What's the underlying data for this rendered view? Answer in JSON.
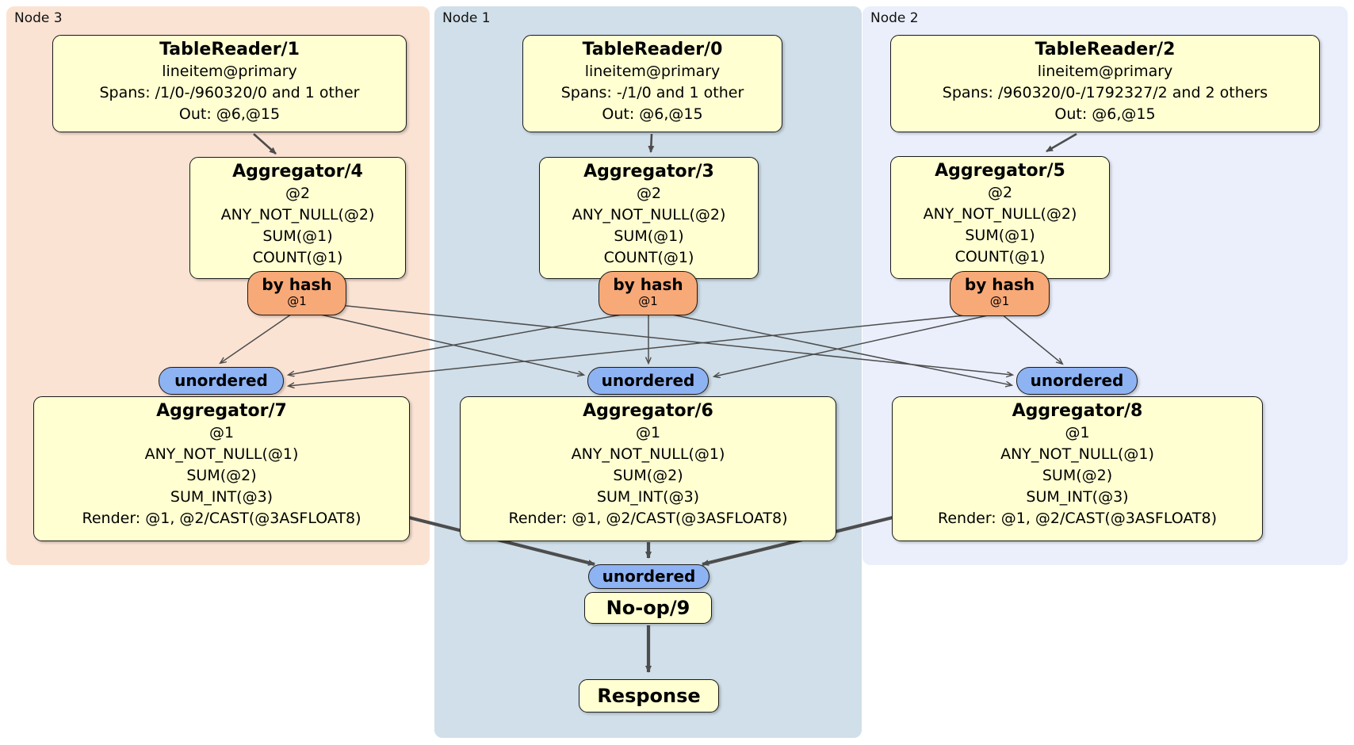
{
  "diagram": {
    "panels": [
      {
        "label": "Node 3"
      },
      {
        "label": "Node 1"
      },
      {
        "label": "Node 2"
      }
    ],
    "boxes": {
      "tr1": {
        "title": "TableReader/1",
        "lines": [
          "lineitem@primary",
          "Spans: /1/0-/960320/0 and 1 other",
          "Out: @6,@15"
        ]
      },
      "tr0": {
        "title": "TableReader/0",
        "lines": [
          "lineitem@primary",
          "Spans: -/1/0 and 1 other",
          "Out: @6,@15"
        ]
      },
      "tr2": {
        "title": "TableReader/2",
        "lines": [
          "lineitem@primary",
          "Spans: /960320/0-/1792327/2 and 2 others",
          "Out: @6,@15"
        ]
      },
      "agg4": {
        "title": "Aggregator/4",
        "lines": [
          "@2",
          "ANY_NOT_NULL(@2)",
          "SUM(@1)",
          "COUNT(@1)"
        ]
      },
      "agg3": {
        "title": "Aggregator/3",
        "lines": [
          "@2",
          "ANY_NOT_NULL(@2)",
          "SUM(@1)",
          "COUNT(@1)"
        ]
      },
      "agg5": {
        "title": "Aggregator/5",
        "lines": [
          "@2",
          "ANY_NOT_NULL(@2)",
          "SUM(@1)",
          "COUNT(@1)"
        ]
      },
      "agg7": {
        "title": "Aggregator/7",
        "lines": [
          "@1",
          "ANY_NOT_NULL(@1)",
          "SUM(@2)",
          "SUM_INT(@3)",
          "Render: @1, @2/CAST(@3ASFLOAT8)"
        ]
      },
      "agg6": {
        "title": "Aggregator/6",
        "lines": [
          "@1",
          "ANY_NOT_NULL(@1)",
          "SUM(@2)",
          "SUM_INT(@3)",
          "Render: @1, @2/CAST(@3ASFLOAT8)"
        ]
      },
      "agg8": {
        "title": "Aggregator/8",
        "lines": [
          "@1",
          "ANY_NOT_NULL(@1)",
          "SUM(@2)",
          "SUM_INT(@3)",
          "Render: @1, @2/CAST(@3ASFLOAT8)"
        ]
      },
      "noop": {
        "title": "No-op/9"
      },
      "response": {
        "title": "Response"
      }
    },
    "router": {
      "label": "by hash",
      "sub": "@1"
    },
    "sync": {
      "label": "unordered"
    },
    "colors": {
      "node3_bg": "#fbe3d4",
      "node1_bg": "#d0dfe9",
      "node2_bg": "#eaeffb",
      "processor_bg": "#ffffd2",
      "router_bg": "#f8a978",
      "sync_bg": "#8eb3f3",
      "edge": "#4d4d4d"
    }
  }
}
